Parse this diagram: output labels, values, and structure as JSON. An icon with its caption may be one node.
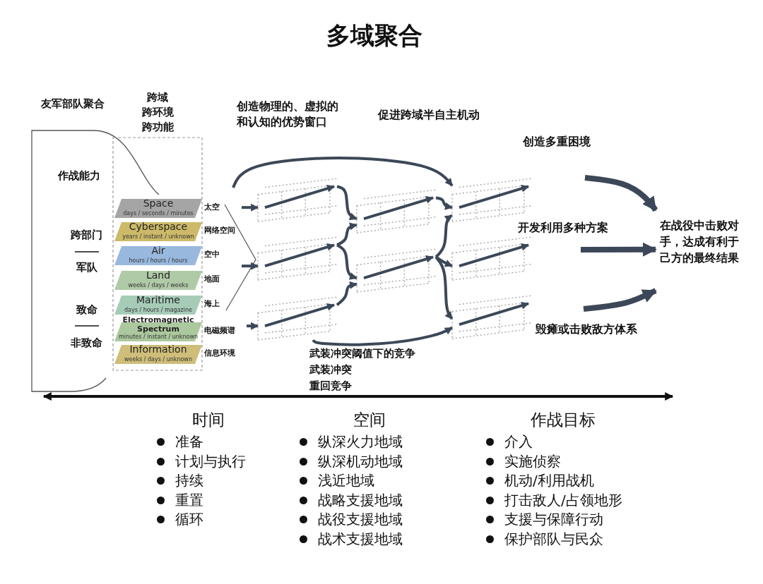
{
  "diagram": {
    "title": "多域聚合",
    "nodes": [
      {
        "text": [
          "跨域",
          "跨环境",
          "跨功能"
        ]
      },
      {
        "text": [
          "Space",
          "days / seconds / minutes"
        ],
        "in": 0,
        "beside": [
          "太空"
        ]
      },
      {
        "text": [
          "Cyberspace",
          "years / instant / unknown"
        ],
        "in": 0,
        "beside": [
          "网络空间"
        ]
      },
      {
        "text": [
          "Air",
          "hours / hours / hours"
        ],
        "in": 0,
        "beside": [
          "空中"
        ]
      },
      {
        "text": [
          "Land",
          "weeks / days / weeks"
        ],
        "in": 0,
        "beside": [
          "地面"
        ]
      },
      {
        "text": [
          "Maritime",
          "days / hours / magazine"
        ],
        "in": 0,
        "beside": [
          "海上"
        ]
      },
      {
        "text": [
          "Electromagnetic Spectrum",
          "minutes / instant / unknown"
        ],
        "in": 0,
        "beside": [
          "电磁频谱"
        ]
      },
      {
        "text": [
          "Information",
          "weeks / days / unknown"
        ],
        "in": 0,
        "beside": [
          "信息环境"
        ]
      },
      {
        "text": [],
        "shape": "box"
      },
      {
        "text": [],
        "shape": "box"
      },
      {
        "text": [],
        "shape": "box"
      },
      {
        "text": [],
        "shape": "box"
      },
      {
        "text": [],
        "shape": "box"
      },
      {
        "text": [],
        "shape": "box"
      },
      {
        "text": [],
        "shape": "box"
      },
      {
        "text": [],
        "shape": "box"
      },
      {
        "text": [
          "在战役中击败对手，达成有利于己方的最终结果"
        ]
      }
    ],
    "edges": [
      {
        "from": null,
        "to": 8,
        "arrow": "to"
      },
      {
        "from": null,
        "to": 11,
        "arrow": "to"
      },
      {
        "from": null,
        "to": 14,
        "arrow": "to"
      },
      {
        "from": null,
        "to": 10,
        "arrow": "to"
      },
      {
        "from": 8,
        "to": 9,
        "arrow": "to"
      },
      {
        "from": 11,
        "to": 9,
        "arrow": "to"
      },
      {
        "from": 11,
        "to": 12,
        "arrow": "to"
      },
      {
        "from": 14,
        "to": 12,
        "arrow": "to"
      },
      {
        "from": 14,
        "to": 15,
        "arrow": "to"
      },
      {
        "from": 9,
        "to": 10,
        "arrow": "to"
      },
      {
        "from": 12,
        "to": 10,
        "arrow": "to"
      },
      {
        "from": 12,
        "to": 13,
        "arrow": "to"
      },
      {
        "from": 12,
        "to": 15,
        "arrow": "to"
      },
      {
        "from": null,
        "to": 16,
        "arrow": "to",
        "style": "thick"
      },
      {
        "from": null,
        "to": 16,
        "arrow": "to",
        "style": "thick"
      },
      {
        "from": null,
        "to": 16,
        "arrow": "to",
        "style": "thick"
      }
    ],
    "labels": [
      "友军部队聚合",
      "作战能力",
      "跨部门",
      "军队",
      "致命",
      "非致命",
      "创造物理的、虚拟的和认知的优势窗口",
      "促进跨域半自主机动",
      "创造多重困境",
      "开发利用多种方案",
      "毁瘫或击败敌方体系",
      "武装冲突阈值下的竞争",
      "武装冲突",
      "重回竞争",
      "时间",
      "准备",
      "计划与执行",
      "持续",
      "重置",
      "循环",
      "空间",
      "纵深火力地域",
      "纵深机动地域",
      "浅近地域",
      "战略支援地域",
      "战役支援地域",
      "战术支援地域",
      "作战目标",
      "介入",
      "实施侦察",
      "机动/利用战机",
      "打击敌人/占领地形",
      "支援与保障行动",
      "保护部队与民众"
    ]
  }
}
